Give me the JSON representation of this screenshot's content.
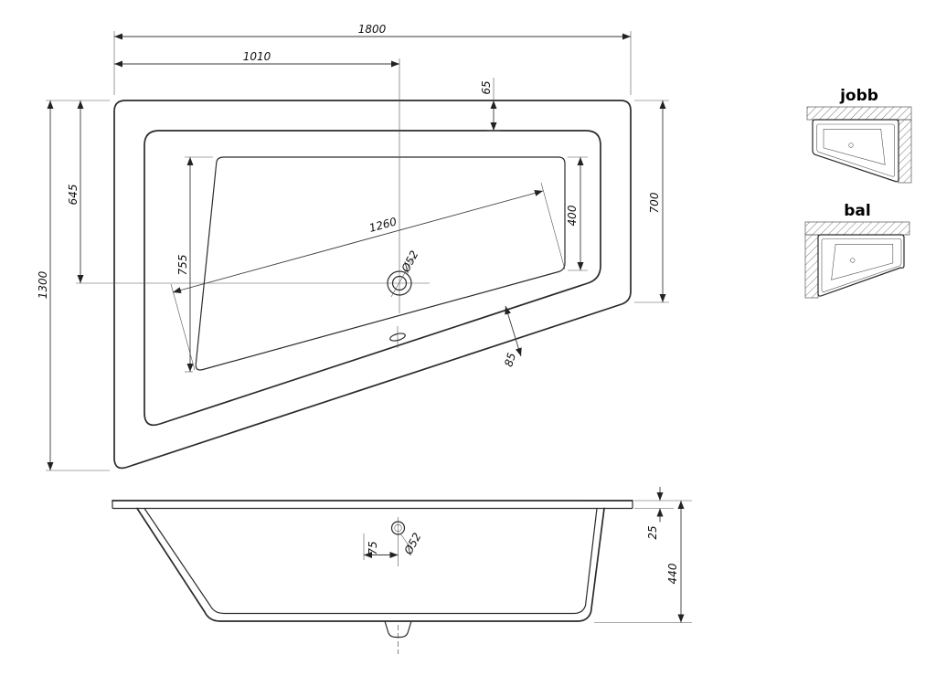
{
  "plan": {
    "dims": {
      "total_width": "1800",
      "drain_x": "1010",
      "rim_top": "65",
      "total_depth": "1300",
      "drain_y": "645",
      "basin_left_height": "755",
      "right_side": "700",
      "basin_right_height": "400",
      "basin_diagonal": "1260",
      "drain_dia": "Ø52",
      "rim_diagonal": "85"
    }
  },
  "side": {
    "dims": {
      "drain_offset": "75",
      "drain_dia": "Ø52",
      "rim_drop": "25",
      "total_height": "440"
    }
  },
  "variants": {
    "right_label": "jobb",
    "left_label": "bal"
  }
}
